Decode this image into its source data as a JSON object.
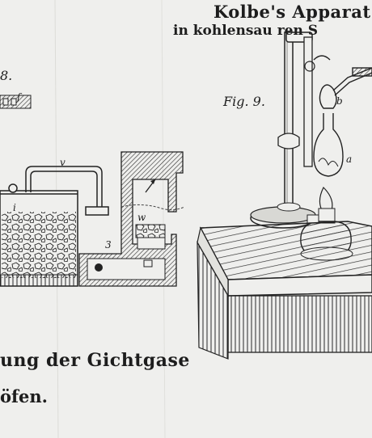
{
  "header": {
    "title_line1": "Kolbe's Apparat",
    "title_line2": "in kohlensau   ren S"
  },
  "figures": {
    "fig8_label": "8.",
    "fig9_label": "Fig. 9."
  },
  "labels": {
    "f": "f",
    "v": "v",
    "i": "i",
    "w": "w",
    "num3": "3",
    "b": "b",
    "a": "a"
  },
  "caption": {
    "line1": "ung der Gichtgase",
    "line2": "öfen."
  },
  "colors": {
    "paper": "#efefed",
    "ink": "#1d1d1d"
  }
}
